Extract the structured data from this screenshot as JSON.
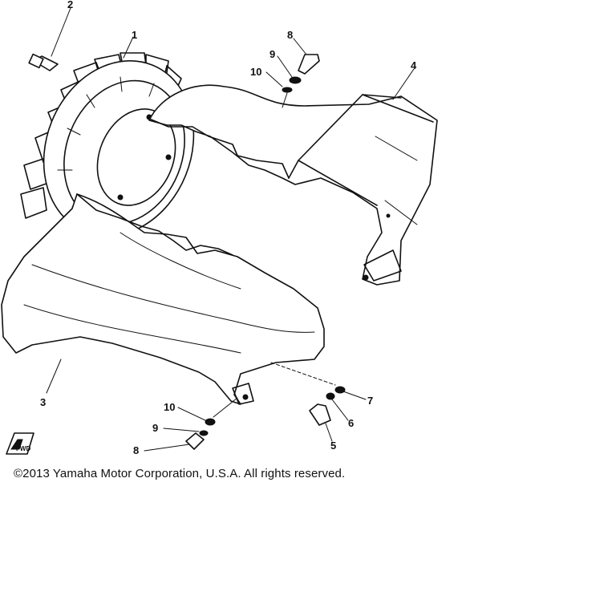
{
  "copyright": "©2013 Yamaha Motor Corporation, U.S.A. All rights reserved.",
  "labels": {
    "p1": "1",
    "p2": "2",
    "p3": "3",
    "p4": "4",
    "p5": "5",
    "p6": "6",
    "p7": "7",
    "p8_top": "8",
    "p8_bottom": "8",
    "p9_top": "9",
    "p9_bottom": "9",
    "p10_top": "10",
    "p10_bottom": "10"
  },
  "front_marker": "FWD"
}
